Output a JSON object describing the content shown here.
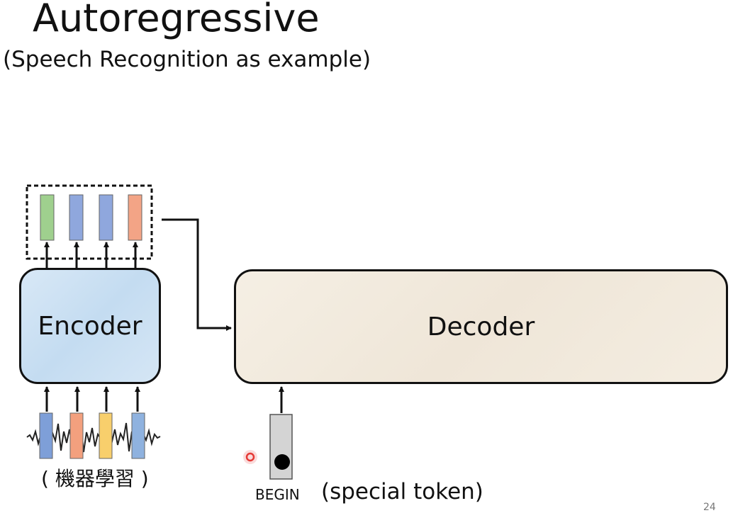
{
  "slide": {
    "title": "Autoregressive",
    "subtitle": "(Speech Recognition as example)",
    "page_number": "24"
  },
  "encoder": {
    "label": "Encoder",
    "input_text": "( 機器學習 )",
    "input_vector_colors": [
      "#7e9fd8",
      "#f3a07e",
      "#f8cf6c",
      "#8fb2df"
    ],
    "output_vector_colors": [
      "#9fd08e",
      "#8fa7dd",
      "#8fa7dd",
      "#f3a486"
    ]
  },
  "decoder": {
    "label": "Decoder",
    "begin_label": "BEGIN",
    "special_token_label": "(special token)"
  },
  "colors": {
    "encoder_fill": "#cfe2f4",
    "decoder_fill": "#f2eadc",
    "begin_token_fill": "#d4d4d4",
    "cursor_dot": "#e53935"
  }
}
